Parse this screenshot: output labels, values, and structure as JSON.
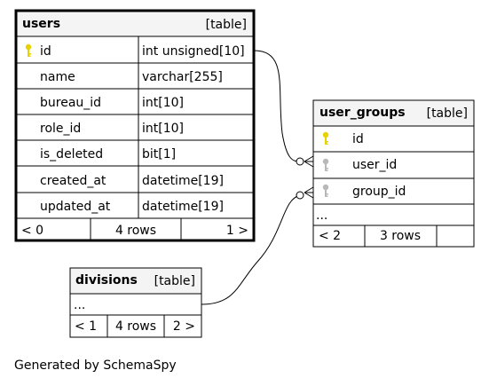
{
  "tables": {
    "users": {
      "name": "users",
      "kind": "[table]",
      "columns": [
        {
          "name": "id",
          "type": "int unsigned[10]",
          "pk": true
        },
        {
          "name": "name",
          "type": "varchar[255]"
        },
        {
          "name": "bureau_id",
          "type": "int[10]"
        },
        {
          "name": "role_id",
          "type": "int[10]"
        },
        {
          "name": "is_deleted",
          "type": "bit[1]"
        },
        {
          "name": "created_at",
          "type": "datetime[19]"
        },
        {
          "name": "updated_at",
          "type": "datetime[19]"
        }
      ],
      "footer": {
        "parents": "< 0",
        "rows": "4 rows",
        "children": "1 >"
      }
    },
    "user_groups": {
      "name": "user_groups",
      "kind": "[table]",
      "columns": [
        {
          "name": "id",
          "pk": true
        },
        {
          "name": "user_id",
          "fk": true
        },
        {
          "name": "group_id",
          "fk": true
        }
      ],
      "ellipsis": "...",
      "footer": {
        "parents": "< 2",
        "rows": "3 rows",
        "children": ""
      }
    },
    "divisions": {
      "name": "divisions",
      "kind": "[table]",
      "ellipsis": "...",
      "footer": {
        "parents": "< 1",
        "rows": "4 rows",
        "children": "2 >"
      }
    }
  },
  "colors": {
    "pk_key": "#e6d200",
    "fk_key": "#b8b8b8",
    "header_bg": "#f4f4f4"
  },
  "footer_text": "Generated by SchemaSpy"
}
